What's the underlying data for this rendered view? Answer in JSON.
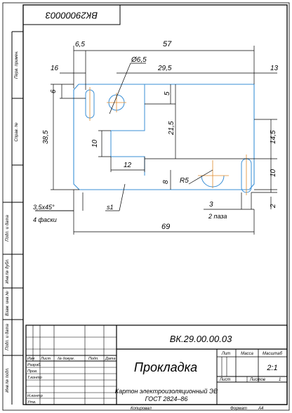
{
  "stamp_code_top": "ВК29000003",
  "side_labels": {
    "perv_primen": "Перв. примен.",
    "sprav_no": "Справ. №",
    "podp_data_1": "Подп. и дата",
    "inv_dubl": "Инв.№ дубл.",
    "vzam_inv": "Взам. инв.№",
    "podp_data_2": "Подп. и дата",
    "inv_podl": "Инв.№ подл."
  },
  "dimensions": {
    "d6_5_top": "6,5",
    "d57": "57",
    "d16": "16",
    "phi6_5": "Ø6,5",
    "d29_5": "29,5",
    "d13": "13",
    "d6_left": "6",
    "d5": "5",
    "d38_5": "38,5",
    "d21_5": "21,5",
    "d14_5": "14,5",
    "d10_left": "10",
    "d12": "12",
    "d8": "8",
    "r5": "R5",
    "d10_right": "10",
    "d2": "2",
    "d3": "3",
    "d69": "69"
  },
  "notes": {
    "chamfer_size": "3,5x45°",
    "chamfer_count": "4 фаски",
    "thickness": "s1",
    "two_slots": "2 паза"
  },
  "title_block": {
    "code": "ВК.29.00.00.03",
    "part_name": "Прокладка",
    "material_line1": "Картон электроизоляционный ЭВ",
    "material_line2": "ГОСТ 2824–86",
    "col_lit": "Лит",
    "col_massa": "Масса",
    "col_masshtab": "Масштаб",
    "scale_value": "2:1",
    "sheet_label": "Лист",
    "sheets_label": "Листов",
    "sheets_value": "1",
    "hdr_izm": "Изм",
    "hdr_list": "Лист",
    "hdr_doc": "№ докум.",
    "hdr_podp": "Подп.",
    "hdr_data": "Дата",
    "row_razrab": "Разраб.",
    "row_prov": "Пров.",
    "row_tkontr": "Т.контр",
    "row_nkontr": "Н.контр",
    "row_utv": "Утв.",
    "copied": "Копировал",
    "format_label": "Формат",
    "format_value": "А4"
  },
  "colors": {
    "contour": "#3a8fd6",
    "center": "#e08a2a",
    "line": "#000000"
  }
}
